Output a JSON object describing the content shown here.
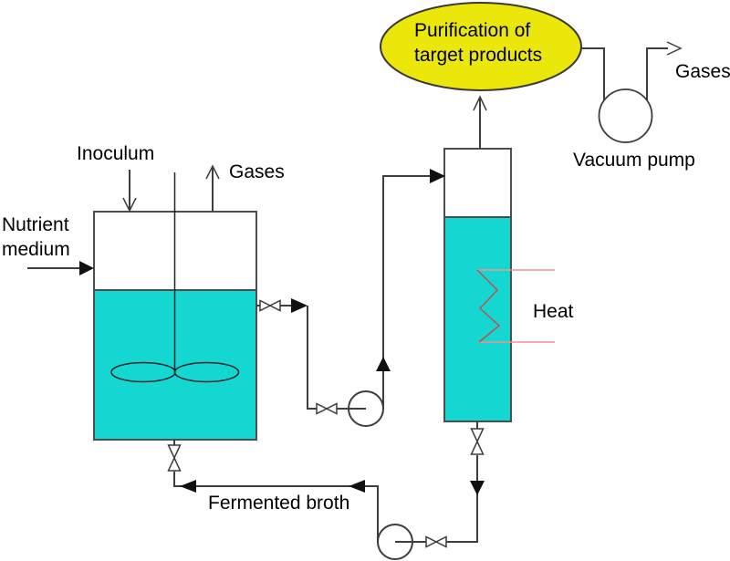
{
  "labels": {
    "inoculum": "Inoculum",
    "gases_fermenter": "Gases",
    "nutrient_medium": "Nutrient\nmedium",
    "purification": "Purification of\ntarget products",
    "gases_vacuum": "Gases",
    "vacuum_pump": "Vacuum pump",
    "heat": "Heat",
    "fermented_broth": "Fermented broth"
  },
  "colors": {
    "liquid": "#14d7d2",
    "vessel_outline": "#4d4d4d",
    "pipe": "#3d3d3d",
    "purification_fill": "#ece70a",
    "purification_outline": "#3a3a3a",
    "heat_supply_line": "#f29091",
    "heat_coil": "#c0504d"
  }
}
